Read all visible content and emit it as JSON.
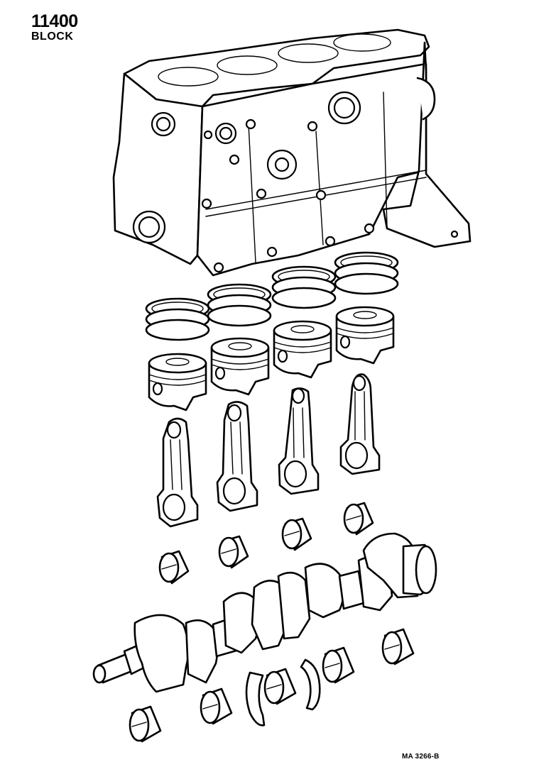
{
  "header": {
    "part_number": "11400",
    "part_name": "BLOCK"
  },
  "footer": {
    "figure_code": "MA 3266-B"
  },
  "diagram": {
    "type": "exploded parts illustration",
    "colors": {
      "line": "#000000",
      "background": "#ffffff"
    },
    "components": [
      {
        "id": "cylinder-block",
        "label": "Cylinder block",
        "count": 1
      },
      {
        "id": "piston-rings",
        "label": "Piston ring sets",
        "count": 4
      },
      {
        "id": "pistons",
        "label": "Pistons",
        "count": 4
      },
      {
        "id": "connecting-rods",
        "label": "Connecting rods",
        "count": 4
      },
      {
        "id": "rod-bearings",
        "label": "Connecting rod bearings",
        "count": 4
      },
      {
        "id": "crankshaft",
        "label": "Crankshaft",
        "count": 1
      },
      {
        "id": "main-bearings",
        "label": "Main bearings",
        "count": 5
      },
      {
        "id": "thrust-washers",
        "label": "Thrust washers",
        "count": 2
      }
    ]
  }
}
